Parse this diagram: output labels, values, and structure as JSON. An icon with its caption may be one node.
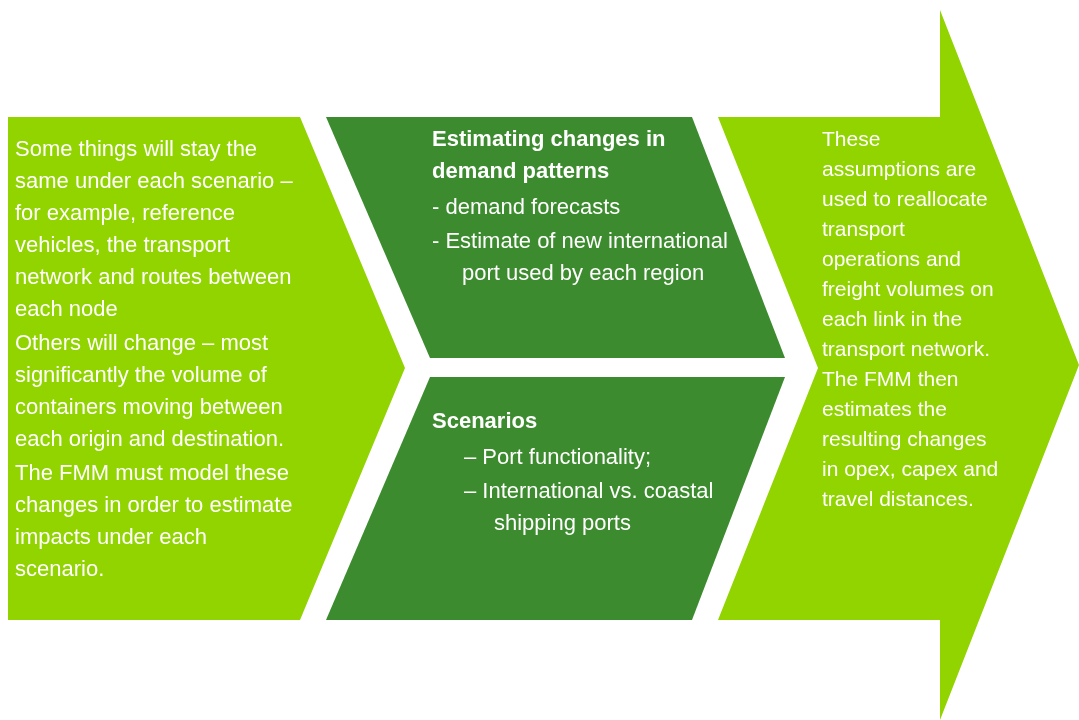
{
  "diagram": {
    "nodes": [
      {
        "text": [
          "Some things will stay the same under each scenario – for example, reference vehicles, the transport network and routes between each node",
          "Others will change – most significantly the volume of containers moving between each origin and destination.",
          "The FMM must model these changes in order to estimate impacts under each scenario."
        ]
      },
      {
        "text": [
          "Estimating changes in demand patterns",
          "- demand forecasts",
          "- Estimate of new international port used by each region"
        ]
      },
      {
        "text": [
          "Scenarios",
          "– Port functionality;",
          "– International vs. coastal shipping ports"
        ]
      },
      {
        "text": [
          "These assumptions are used to reallocate transport operations and freight volumes on each link in the transport network. The FMM then estimates the resulting changes in opex, capex and travel distances."
        ]
      }
    ]
  }
}
